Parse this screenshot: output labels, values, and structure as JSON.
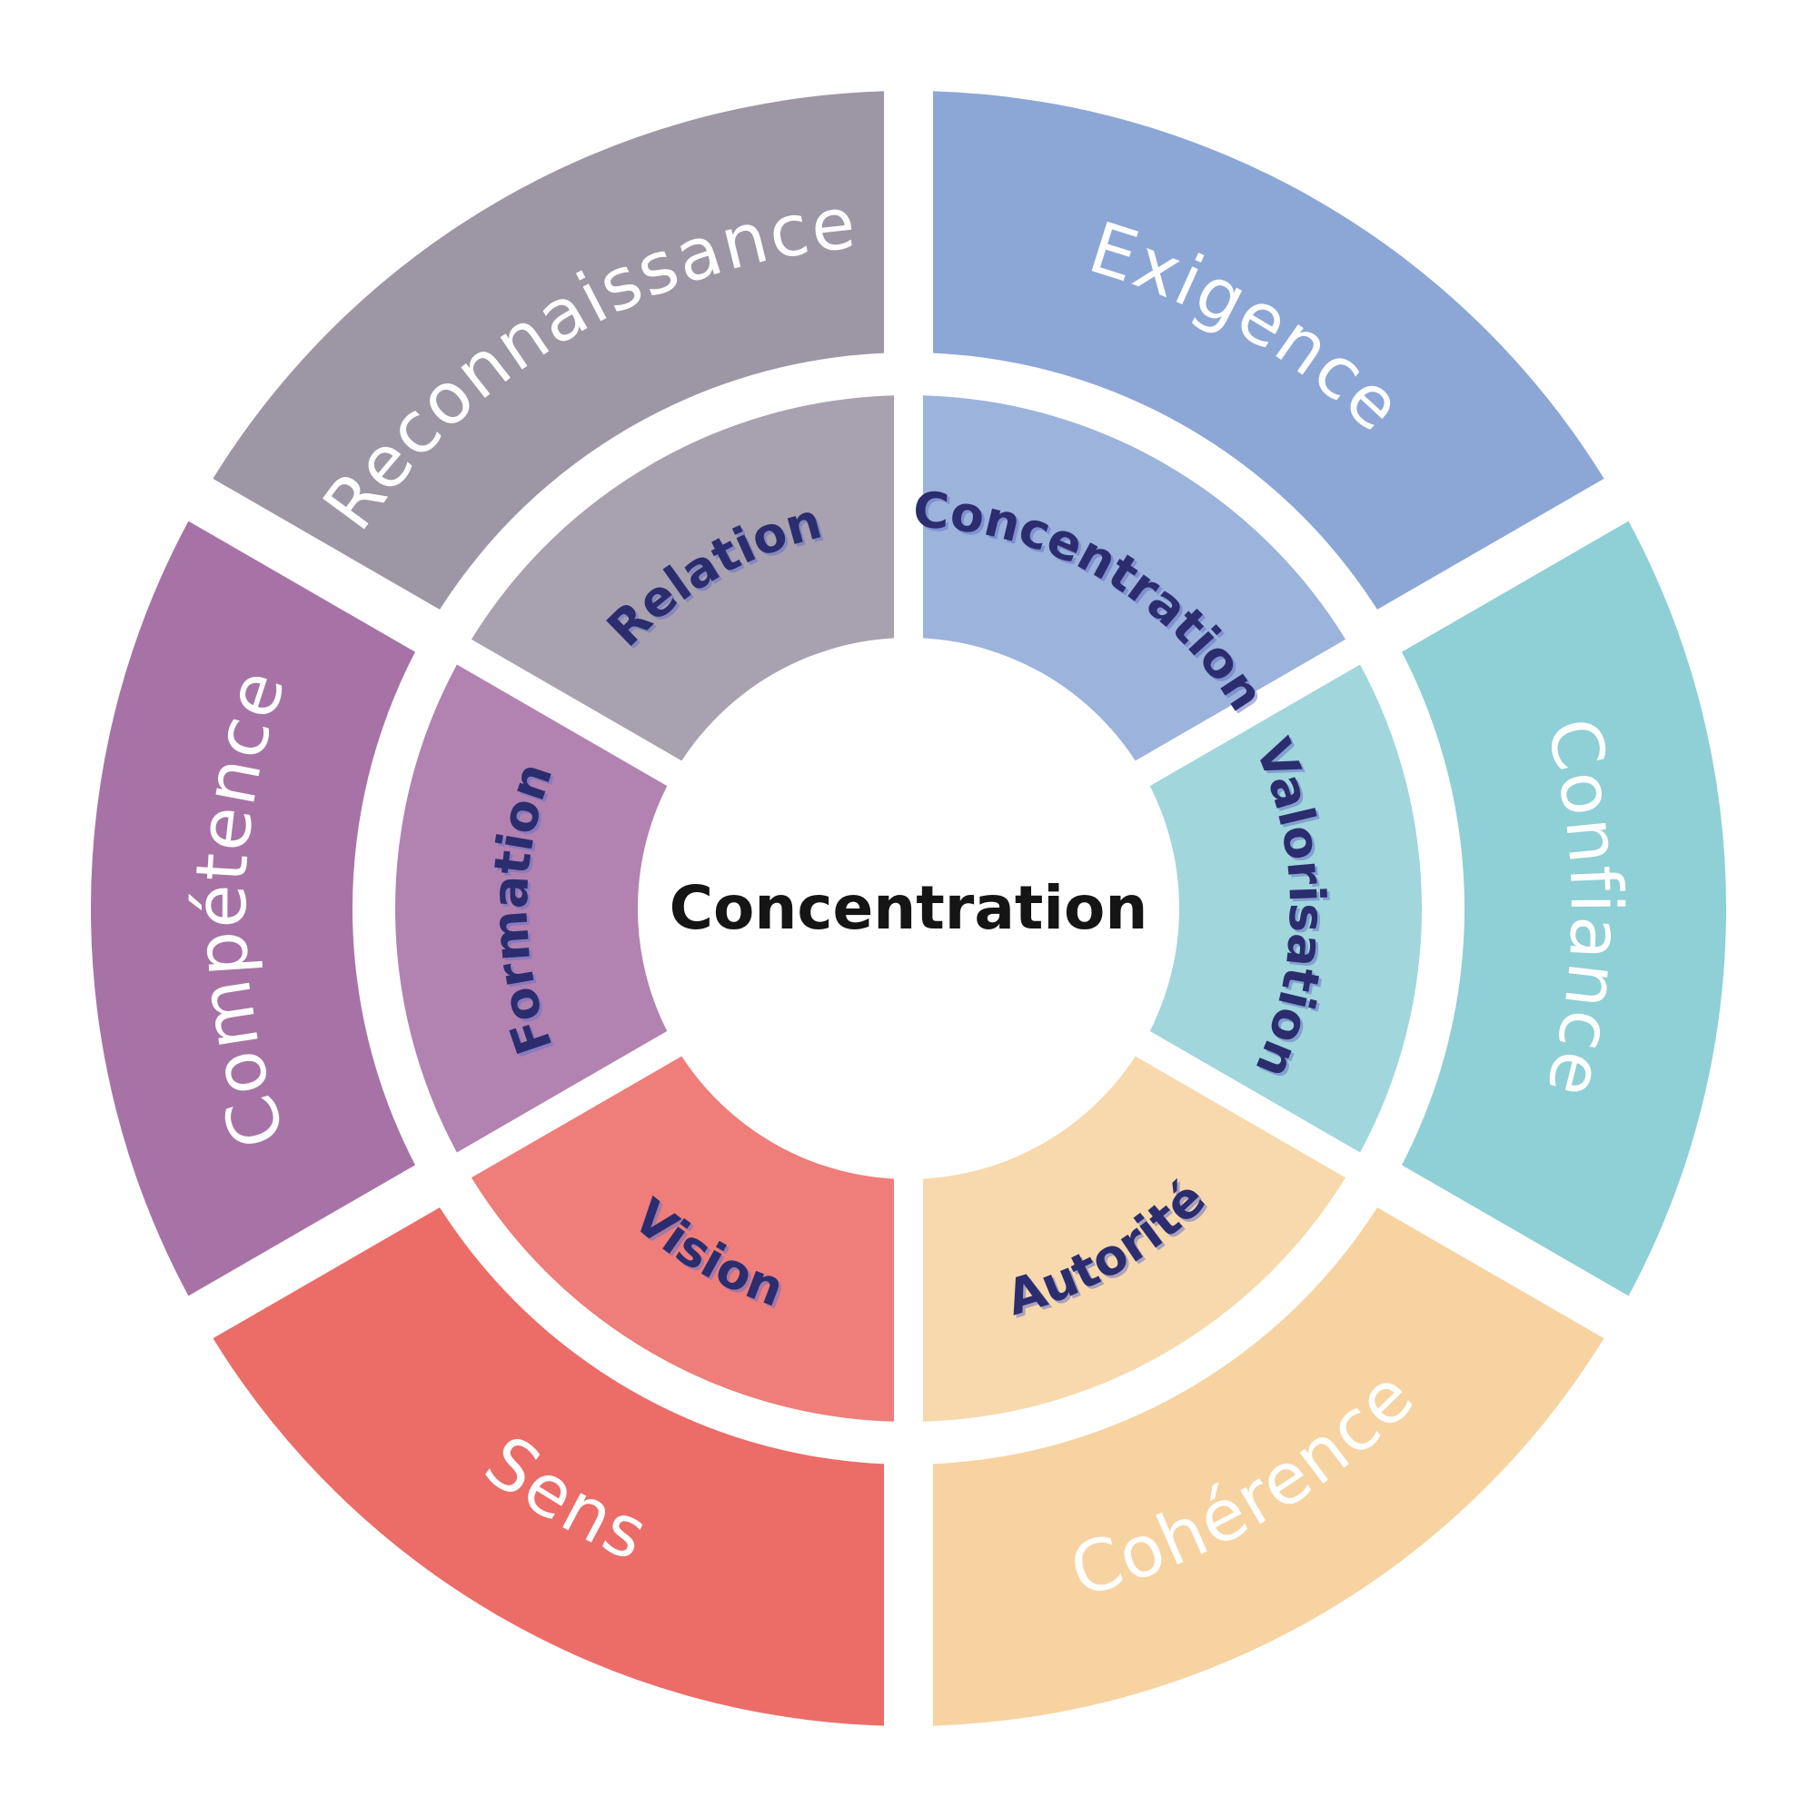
{
  "center": {
    "label": "Concentration"
  },
  "segments": [
    {
      "id": "top-left",
      "outer": "Reconnaissance",
      "inner": "Relation",
      "outer_color": "#9d96a5",
      "inner_color": "#a8a2b0"
    },
    {
      "id": "top-right",
      "outer": "Exigence",
      "inner": "Concentration",
      "outer_color": "#8ca7d6",
      "inner_color": "#9cb3dc"
    },
    {
      "id": "right",
      "outer": "Confiance",
      "inner": "Valorisation",
      "outer_color": "#8fcfd6",
      "inner_color": "#a1d6dc"
    },
    {
      "id": "bottom-right",
      "outer": "Cohérence",
      "inner": "Autorité",
      "outer_color": "#f7d3a1",
      "inner_color": "#f8d9ad"
    },
    {
      "id": "bottom-left",
      "outer": "Sens",
      "inner": "Vision",
      "outer_color": "#ec6c68",
      "inner_color": "#ef7d79"
    },
    {
      "id": "left",
      "outer": "Compétence",
      "inner": "Formation",
      "outer_color": "#a773a6",
      "inner_color": "#b282b1"
    }
  ]
}
